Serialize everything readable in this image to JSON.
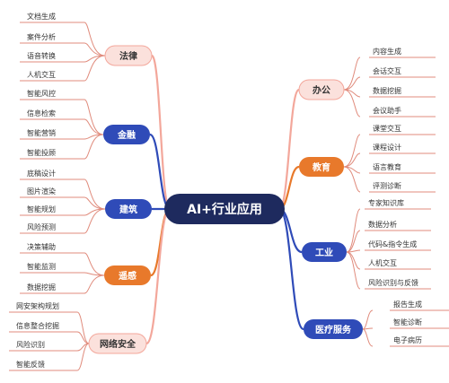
{
  "center": {
    "label": "AI+行业应用",
    "color": "#1e2a5e"
  },
  "colors": {
    "salmon": "#f3a79b",
    "blue": "#2f4bb8",
    "orange": "#e8792b",
    "leaf_line": "#e08b7c"
  },
  "branches": [
    {
      "label": "法律",
      "color": "salmon",
      "leaves": [
        "文档生成",
        "案件分析",
        "语音转换",
        "人机交互"
      ]
    },
    {
      "label": "金融",
      "color": "blue",
      "leaves": [
        "智能风控",
        "信息检索",
        "智能营销",
        "智能投顾"
      ]
    },
    {
      "label": "建筑",
      "color": "blue",
      "leaves": [
        "底稿设计",
        "图片渲染",
        "智能规划",
        "风险预测"
      ]
    },
    {
      "label": "遥感",
      "color": "orange",
      "leaves": [
        "决策辅助",
        "智能监测",
        "数据挖掘"
      ]
    },
    {
      "label": "网络安全",
      "color": "salmon",
      "leaves": [
        "网安架构规划",
        "信息整合挖掘",
        "风险识别",
        "智能反馈"
      ]
    },
    {
      "label": "办公",
      "color": "salmon",
      "leaves": [
        "内容生成",
        "会话交互",
        "数据挖掘",
        "会议助手"
      ]
    },
    {
      "label": "教育",
      "color": "orange",
      "leaves": [
        "课堂交互",
        "课程设计",
        "语言教育",
        "评测诊断"
      ]
    },
    {
      "label": "工业",
      "color": "blue",
      "leaves": [
        "专家知识库",
        "数据分析",
        "代码&指令生成",
        "人机交互",
        "风险识别与反馈"
      ]
    },
    {
      "label": "医疗服务",
      "color": "blue",
      "leaves": [
        "报告生成",
        "智能诊断",
        "电子病历"
      ]
    }
  ]
}
